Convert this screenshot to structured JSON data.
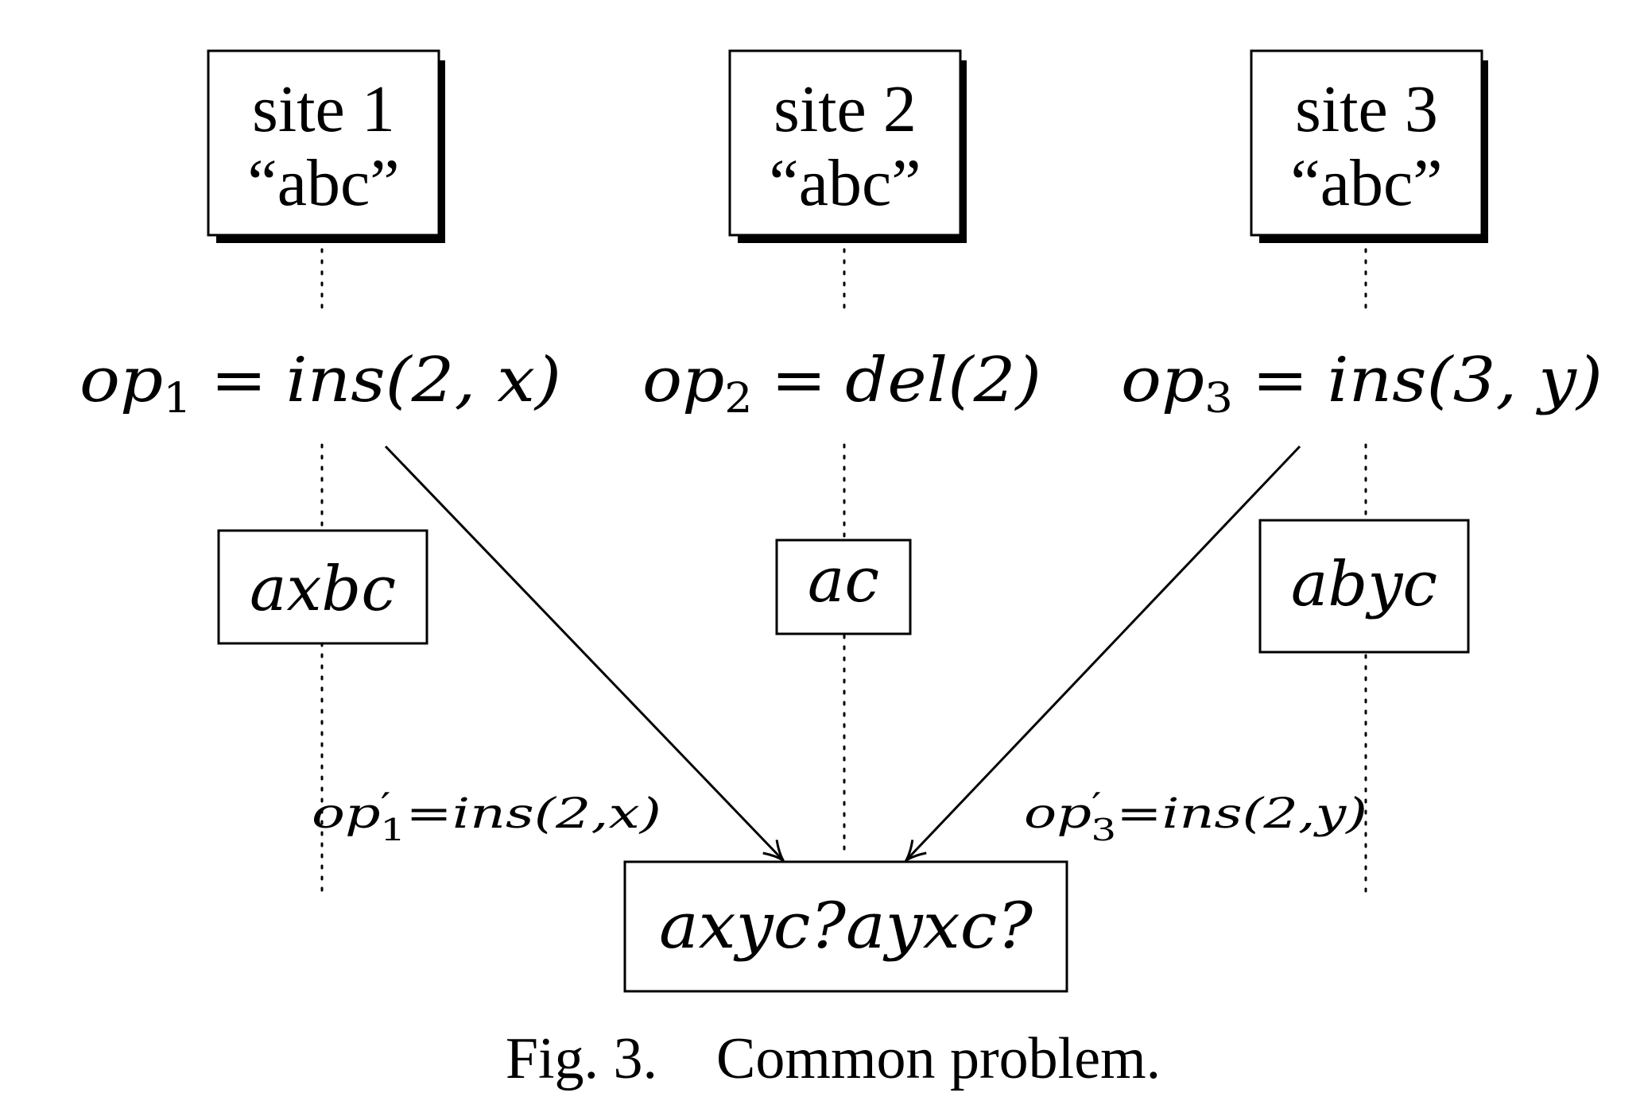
{
  "sites": [
    {
      "title": "site 1",
      "doc": "“abc”",
      "op_name": "op",
      "op_index": "1",
      "op_expr": "ins(2, x)",
      "state": "axbc"
    },
    {
      "title": "site 2",
      "doc": "“abc”",
      "op_name": "op",
      "op_index": "2",
      "op_expr": "del(2)",
      "state": "ac"
    },
    {
      "title": "site 3",
      "doc": "“abc”",
      "op_name": "op",
      "op_index": "3",
      "op_expr": "ins(3, y)",
      "state": "abyc"
    }
  ],
  "equals": "=",
  "transformed": [
    {
      "op_name": "op",
      "prime": "′",
      "index": "1",
      "expr": "=ins(2,x)"
    },
    {
      "op_name": "op",
      "prime": "′",
      "index": "3",
      "expr": "=ins(2,y)"
    }
  ],
  "result": "axyc?ayxc?",
  "caption": "Fig. 3.    Common problem."
}
